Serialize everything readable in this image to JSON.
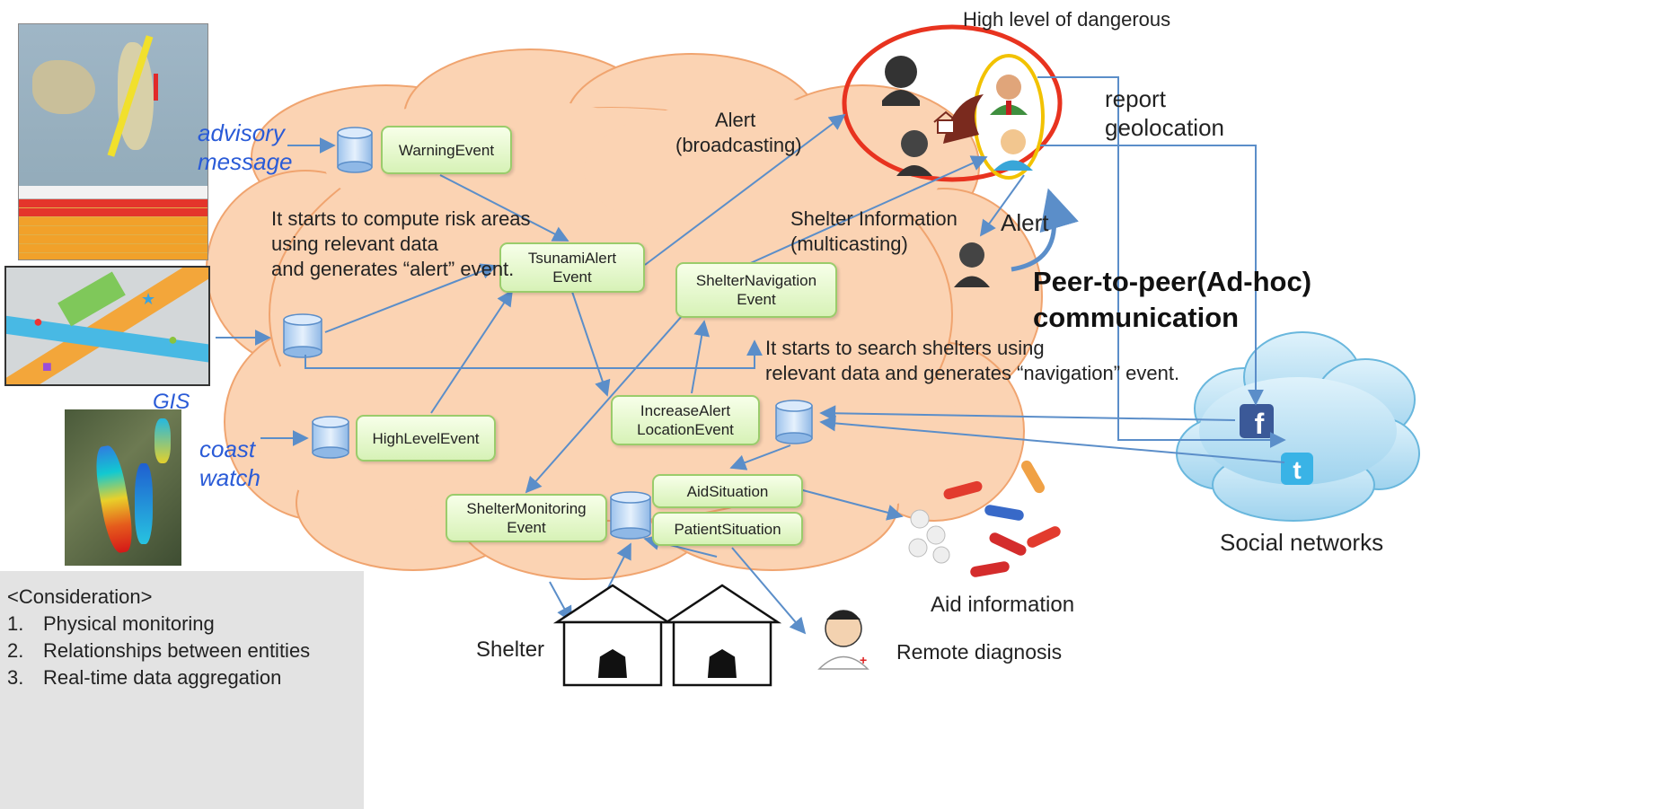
{
  "sources": {
    "advisory_line1": "advisory",
    "advisory_line2": "message",
    "gis": "GIS",
    "coast_line1": "coast",
    "coast_line2": "watch"
  },
  "events": {
    "warning": "WarningEvent",
    "tsunami_line1": "TsunamiAlert",
    "tsunami_line2": "Event",
    "shelter_nav_line1": "ShelterNavigation",
    "shelter_nav_line2": "Event",
    "increase_line1": "IncreaseAlert",
    "increase_line2": "LocationEvent",
    "highlevel": "HighLevelEvent",
    "shelter_mon_line1": "ShelterMonitoring",
    "shelter_mon_line2": "Event",
    "aid": "AidSituation",
    "patient": "PatientSituation"
  },
  "annotations": {
    "compute_line1": "It starts to compute risk areas",
    "compute_line2": "using relevant data",
    "compute_line3": "and generates “alert” event.",
    "alert_line1": "Alert",
    "alert_line2": "(broadcasting)",
    "shelter_info_line1": "Shelter Information",
    "shelter_info_line2": "(multicasting)",
    "search_line1": "It starts to search shelters using",
    "search_line2": "relevant data and generates “navigation” event.",
    "danger": "High level of dangerous",
    "report_line1": "report",
    "report_line2": "geolocation",
    "alert_p2p": "Alert",
    "p2p_line1": "Peer-to-peer(Ad-hoc)",
    "p2p_line2": "communication",
    "social": "Social networks",
    "aid_info": "Aid information",
    "shelter": "Shelter",
    "remote": "Remote diagnosis"
  },
  "consideration": {
    "title": "<Consideration>",
    "items": [
      {
        "num": "1.",
        "text": "Physical monitoring"
      },
      {
        "num": "2.",
        "text": "Relationships between entities"
      },
      {
        "num": "3.",
        "text": "Real-time data aggregation"
      }
    ]
  },
  "colors": {
    "cloud_fill": "#fbd3b3",
    "cloud_stroke": "#f0a46f",
    "arrow": "#5b8ec9",
    "danger_ellipse": "#e8331f",
    "inner_ellipse": "#f2c200",
    "event_box": "#d7f2b7",
    "source_label": "#2a5bd7",
    "social_cloud": "#bfe3f5"
  },
  "icons": {
    "facebook": "f",
    "twitter": "t"
  }
}
